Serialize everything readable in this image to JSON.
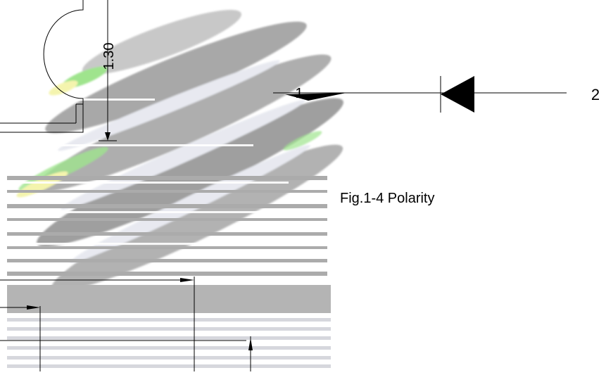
{
  "dimension": {
    "label": "1.30"
  },
  "polarity": {
    "pin_1": "1",
    "pin_2": "2"
  },
  "caption": "Fig.1-4 Polarity",
  "colors": {
    "stroke": "#000000",
    "watermark_gray": "#8c8c8c",
    "watermark_light": "#d9dde6",
    "watermark_green": "#8fe07a",
    "watermark_yellow": "#f3f3a0"
  }
}
